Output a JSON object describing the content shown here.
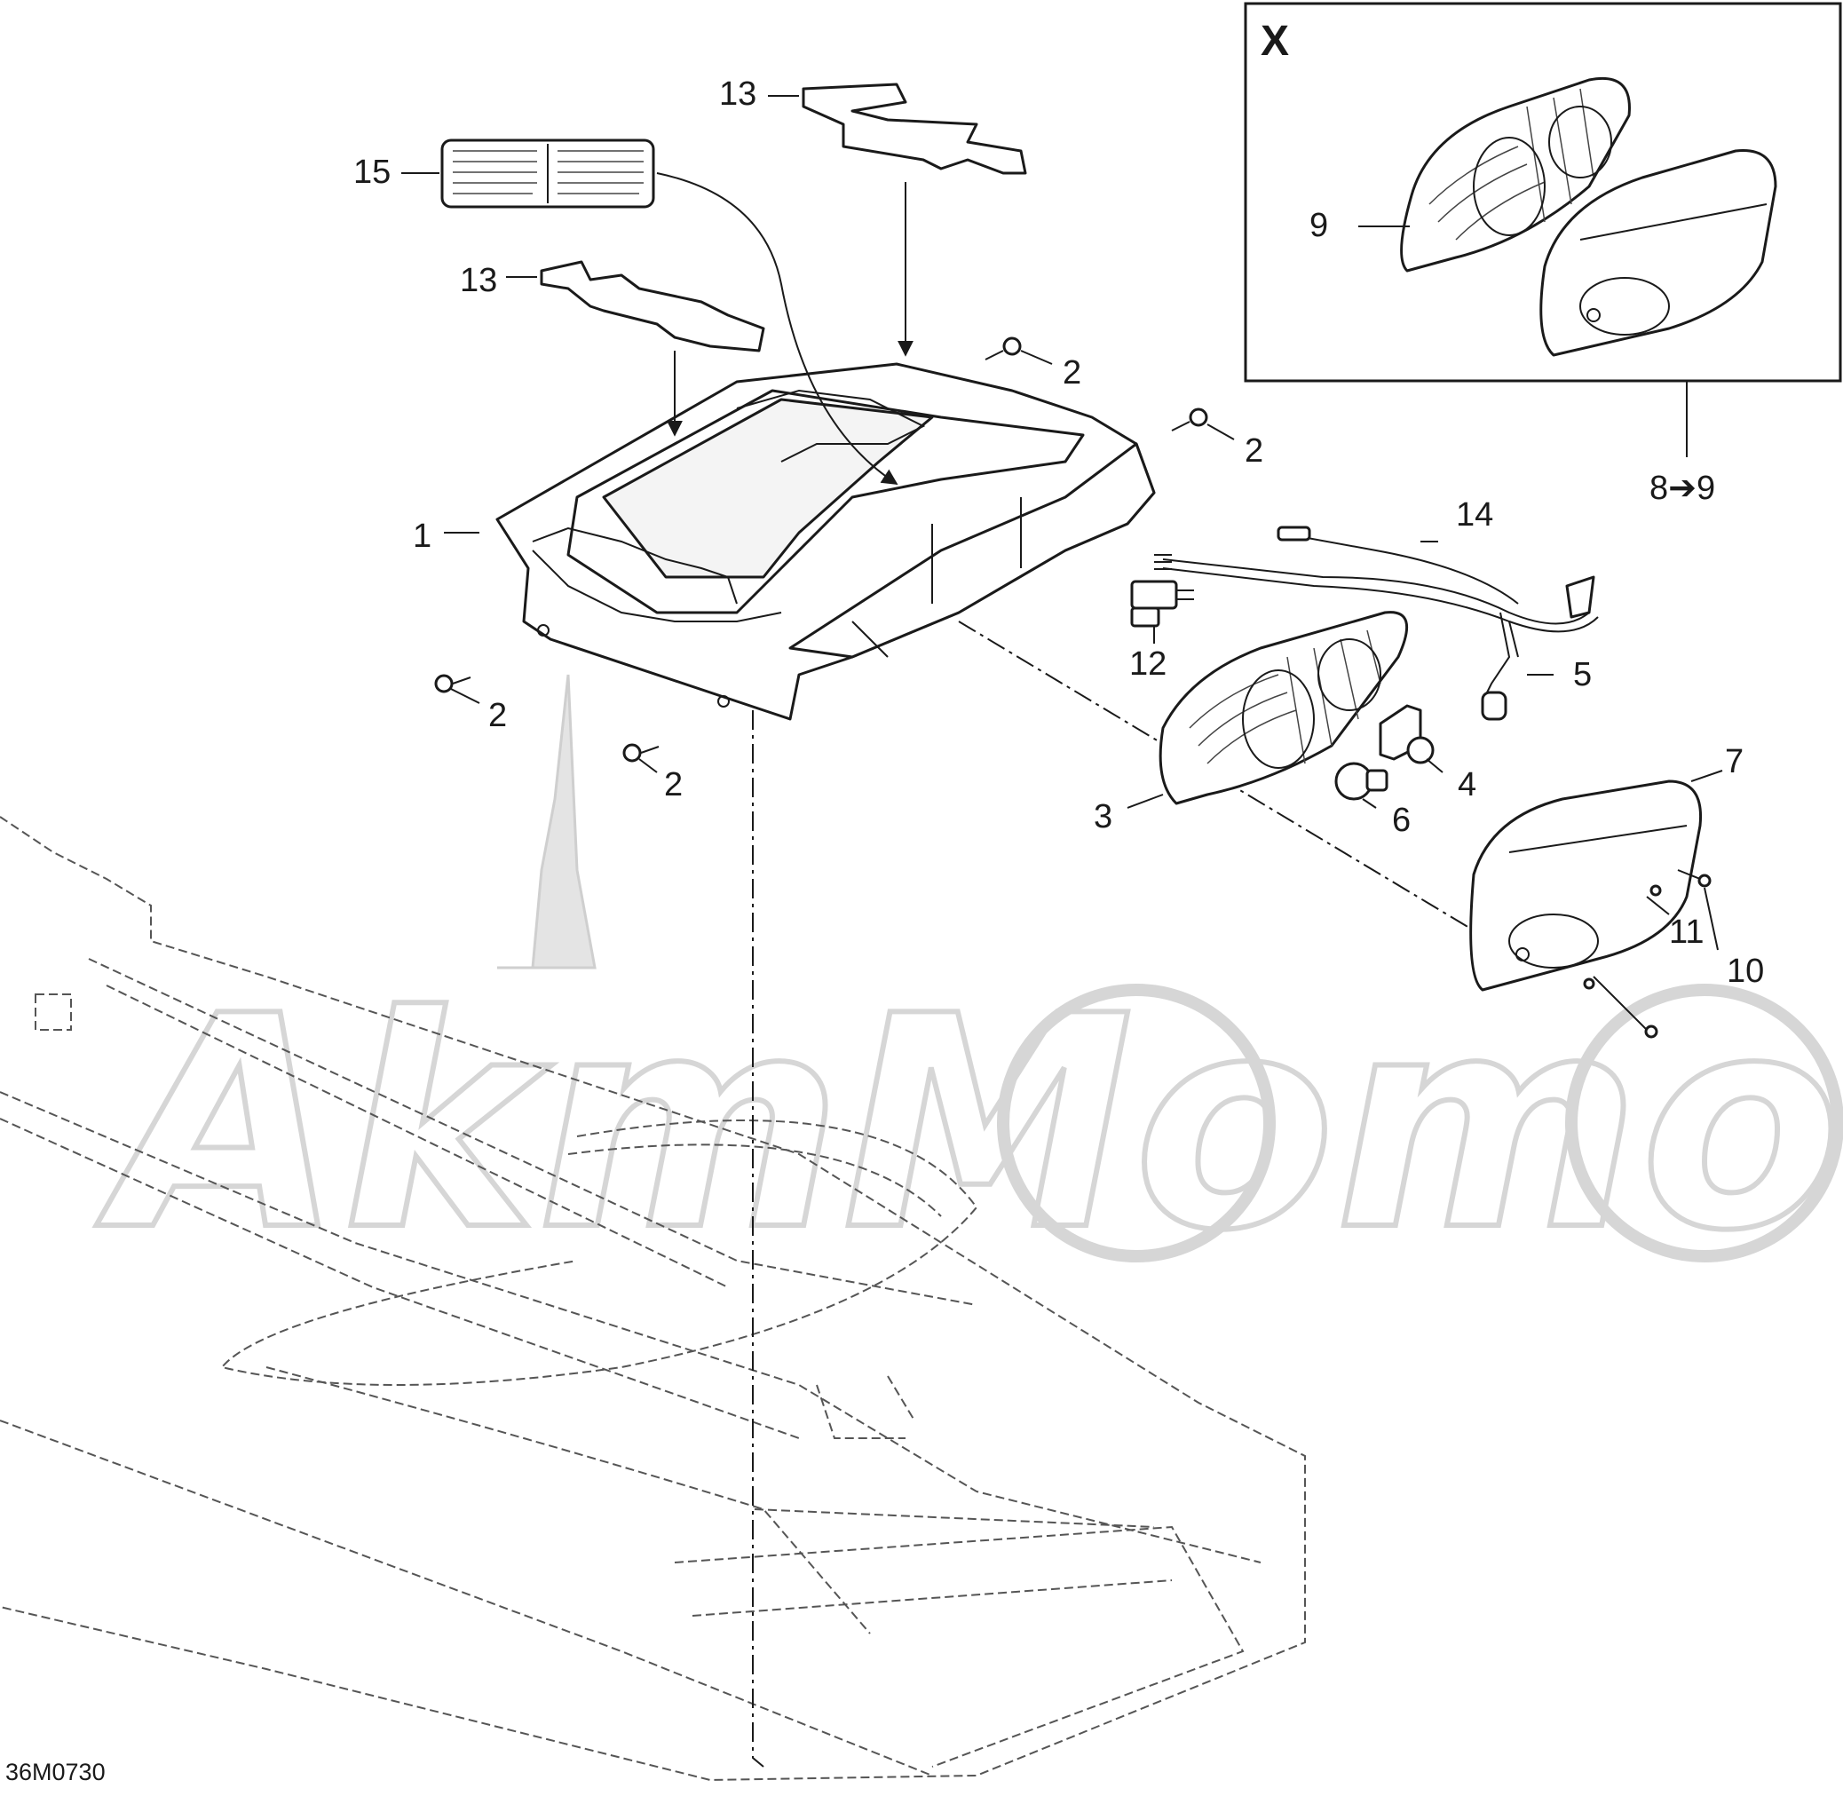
{
  "diagram": {
    "figure_code": "36M0730",
    "inset_label": "X",
    "watermark": "AkmMomo",
    "callouts": {
      "c1": "1",
      "c2a": "2",
      "c2b": "2",
      "c2c": "2",
      "c2d": "2",
      "c3": "3",
      "c4": "4",
      "c5": "5",
      "c6": "6",
      "c7": "7",
      "c9": "9",
      "c10": "10",
      "c11": "11",
      "c12": "12",
      "c13a": "13",
      "c13b": "13",
      "c14": "14",
      "c15": "15",
      "c89": "8➔9"
    }
  }
}
